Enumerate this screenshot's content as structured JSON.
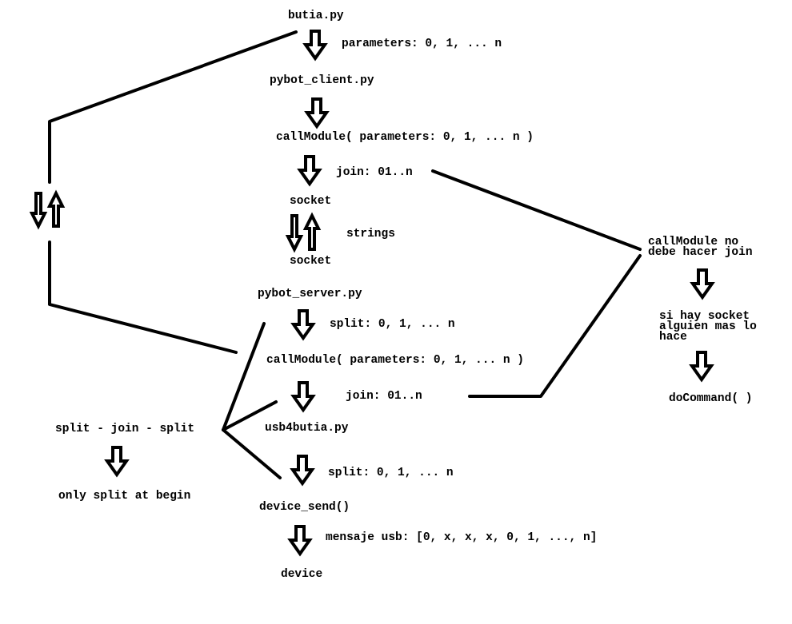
{
  "main_flow": {
    "butia": "butia.py",
    "parameters": "parameters: 0, 1, ... n",
    "pybot_client": "pybot_client.py",
    "callmodule_client": "callModule( parameters: 0, 1, ... n )",
    "join_client": "join: 01..n",
    "socket_client": "socket",
    "strings": "strings",
    "socket_server": "socket",
    "pybot_server": "pybot_server.py",
    "split_server": "split: 0, 1, ... n",
    "callmodule_server": "callModule( parameters: 0, 1, ... n )",
    "join_server": "join: 01..n",
    "usb4butia": "usb4butia.py",
    "split_usb": "split: 0, 1, ... n",
    "device_send": "device_send()",
    "mensaje_usb": "mensaje usb: [0, x, x, x, 0, 1, ..., n]",
    "device": "device"
  },
  "left_note": {
    "top": "split - join - split",
    "bottom": "only split at begin"
  },
  "right_note": {
    "rule": [
      "callModule no",
      "debe hacer join"
    ],
    "reason": [
      "si hay socket",
      "alguien mas lo",
      "hace"
    ],
    "result": "doCommand( )"
  }
}
